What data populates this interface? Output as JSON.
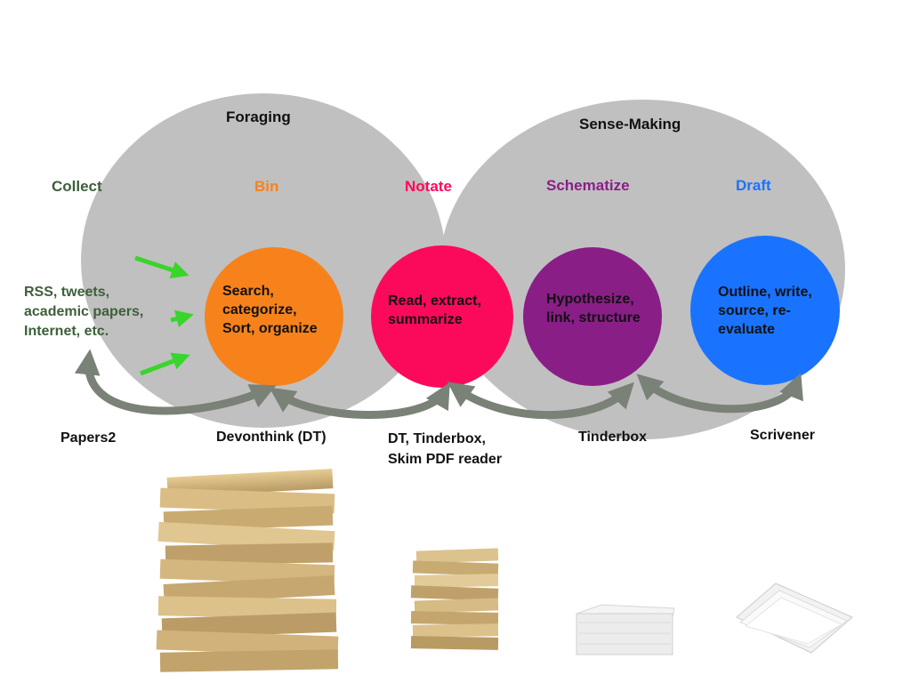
{
  "phases": {
    "foraging": "Foraging",
    "sense_making": "Sense-Making"
  },
  "stages": {
    "collect": "Collect",
    "bin": "Bin",
    "notate": "Notate",
    "schematize": "Schematize",
    "draft": "Draft"
  },
  "sources": {
    "line1": "RSS, tweets,",
    "line2": "academic papers,",
    "line3": "Internet, etc."
  },
  "circles": {
    "bin": {
      "line1": "Search,",
      "line2": "categorize,",
      "line3": "Sort, organize"
    },
    "notate": {
      "line1": "Read, extract,",
      "line2": "summarize"
    },
    "schematize": {
      "line1": "Hypothesize,",
      "line2": "link, structure"
    },
    "draft": {
      "line1": "Outline, write,",
      "line2": "source, re-",
      "line3": "evaluate"
    }
  },
  "tools": {
    "papers2": "Papers2",
    "devonthink": "Devonthink (DT)",
    "dt_tinderbox_line1": "DT, Tinderbox,",
    "dt_tinderbox_line2": "Skim PDF reader",
    "tinderbox": "Tinderbox",
    "scrivener": "Scrivener"
  },
  "colors": {
    "oval_fill": "#c0c0c0",
    "collect": "#3d5f3a",
    "bin": "#f7821b",
    "notate": "#fb0a5b",
    "schematize": "#8a1e87",
    "draft": "#1a73fe",
    "arrows_gray": "#7a8278",
    "arrows_green": "#39d52c"
  },
  "icons": {
    "paper_stack_large": "paper-stack-large-icon",
    "paper_stack_medium": "paper-stack-medium-icon",
    "paper_box": "paper-box-icon",
    "paper_sheets": "paper-sheets-icon"
  }
}
